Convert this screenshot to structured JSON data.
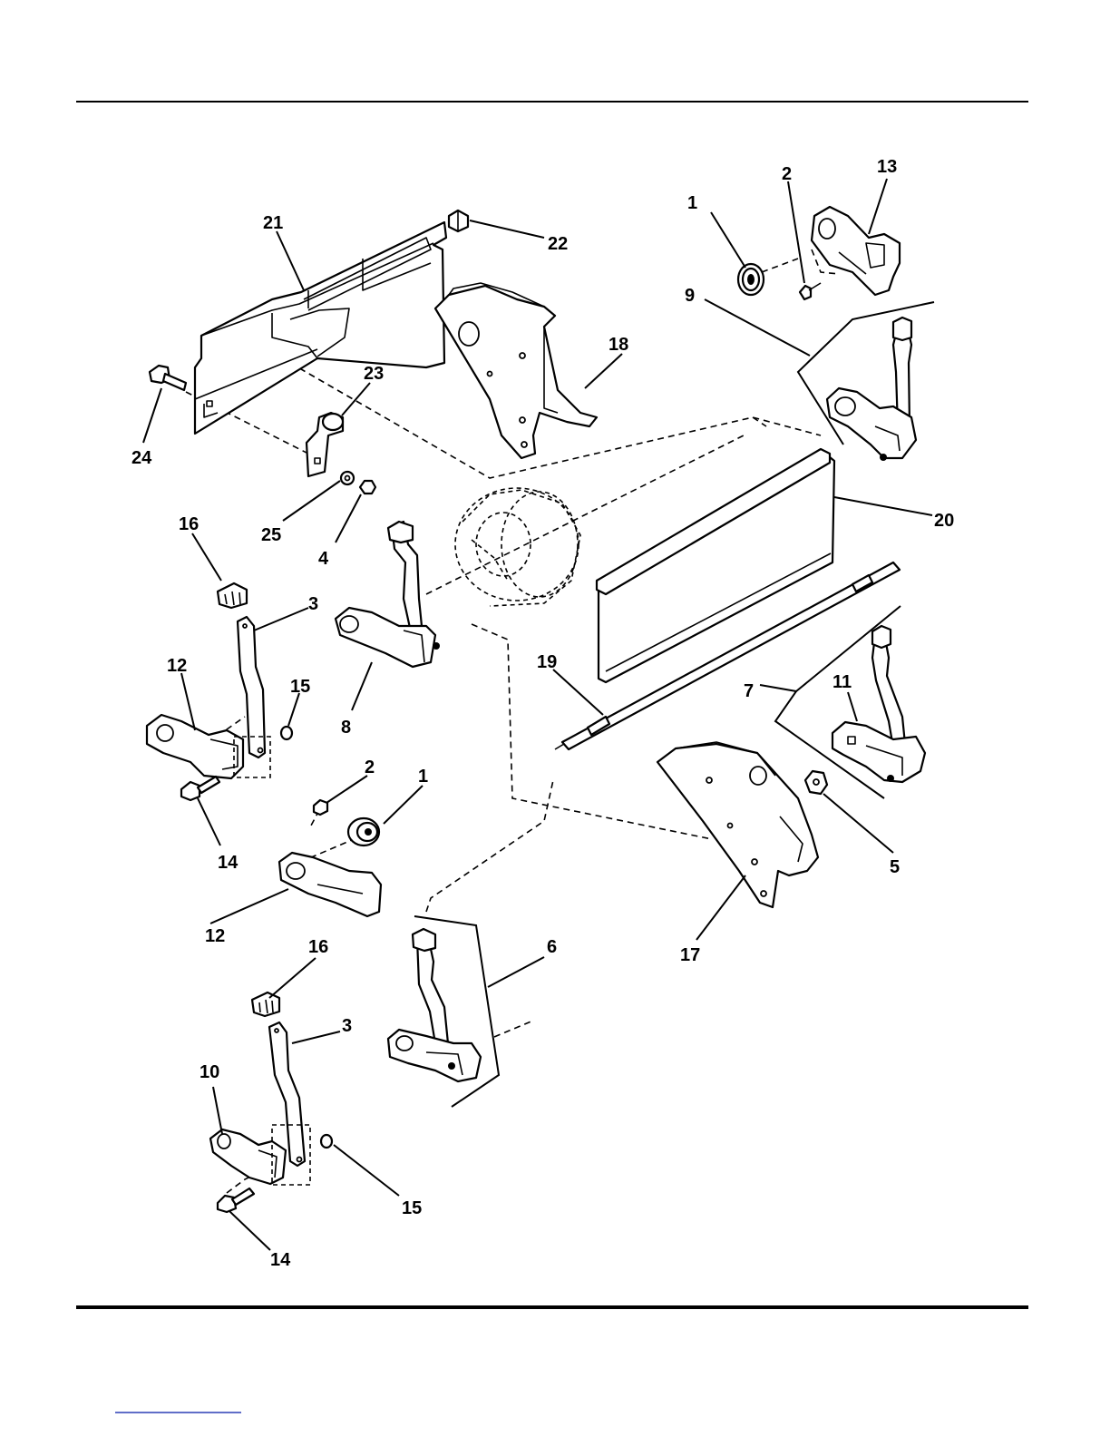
{
  "callouts": {
    "c1a": "1",
    "c2a": "2",
    "c13": "13",
    "c21": "21",
    "c22": "22",
    "c9": "9",
    "c18": "18",
    "c23": "23",
    "c24": "24",
    "c25": "25",
    "c4": "4",
    "c16a": "16",
    "c3a": "3",
    "c20": "20",
    "c12a": "12",
    "c15a": "15",
    "c8": "8",
    "c19": "19",
    "c7": "7",
    "c11": "11",
    "c2b": "2",
    "c1b": "1",
    "c14a": "14",
    "c5": "5",
    "c12b": "12",
    "c17": "17",
    "c16b": "16",
    "c6": "6",
    "c3b": "3",
    "c10": "10",
    "c15b": "15",
    "c14b": "14"
  }
}
